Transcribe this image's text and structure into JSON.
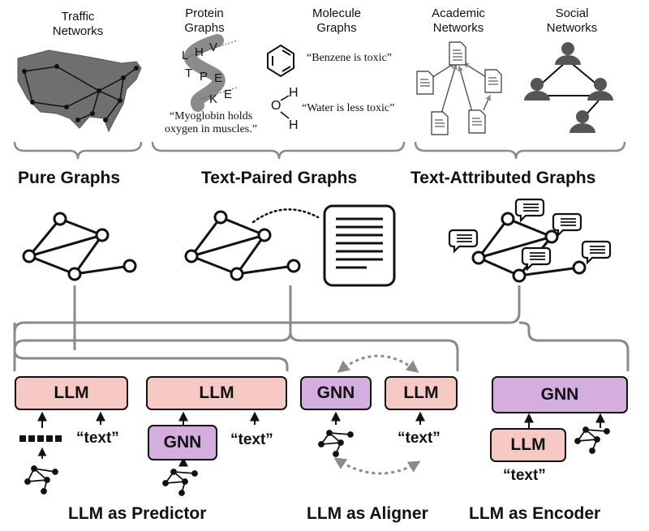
{
  "top": {
    "traffic": "Traffic\nNetworks",
    "protein": "Protein\nGraphs",
    "molecule": "Molecule\nGraphs",
    "academic": "Academic\nNetworks",
    "social": "Social\nNetworks",
    "benzene_quote": "“Benzene is toxic”",
    "water_quote": "“Water is less toxic”",
    "myoglobin_quote": "“Myoglobin holds\noxygen in muscles.”",
    "protein_letters": [
      "L",
      "H",
      "V",
      "T",
      "P",
      "E",
      "K",
      "E"
    ],
    "water_atoms": [
      "H",
      "O",
      "H"
    ]
  },
  "categories": {
    "pure": "Pure Graphs",
    "text_paired": "Text-Paired Graphs",
    "text_attributed": "Text-Attributed Graphs"
  },
  "boxes": {
    "llm": "LLM",
    "gnn": "GNN",
    "text": "“text”"
  },
  "roles": {
    "predictor": "LLM as Predictor",
    "aligner": "LLM as Aligner",
    "encoder": "LLM as Encoder"
  },
  "colors": {
    "llm_fill": "#f6c9c4",
    "gnn_fill": "#d3aede",
    "bracket": "#8a8a8a"
  }
}
